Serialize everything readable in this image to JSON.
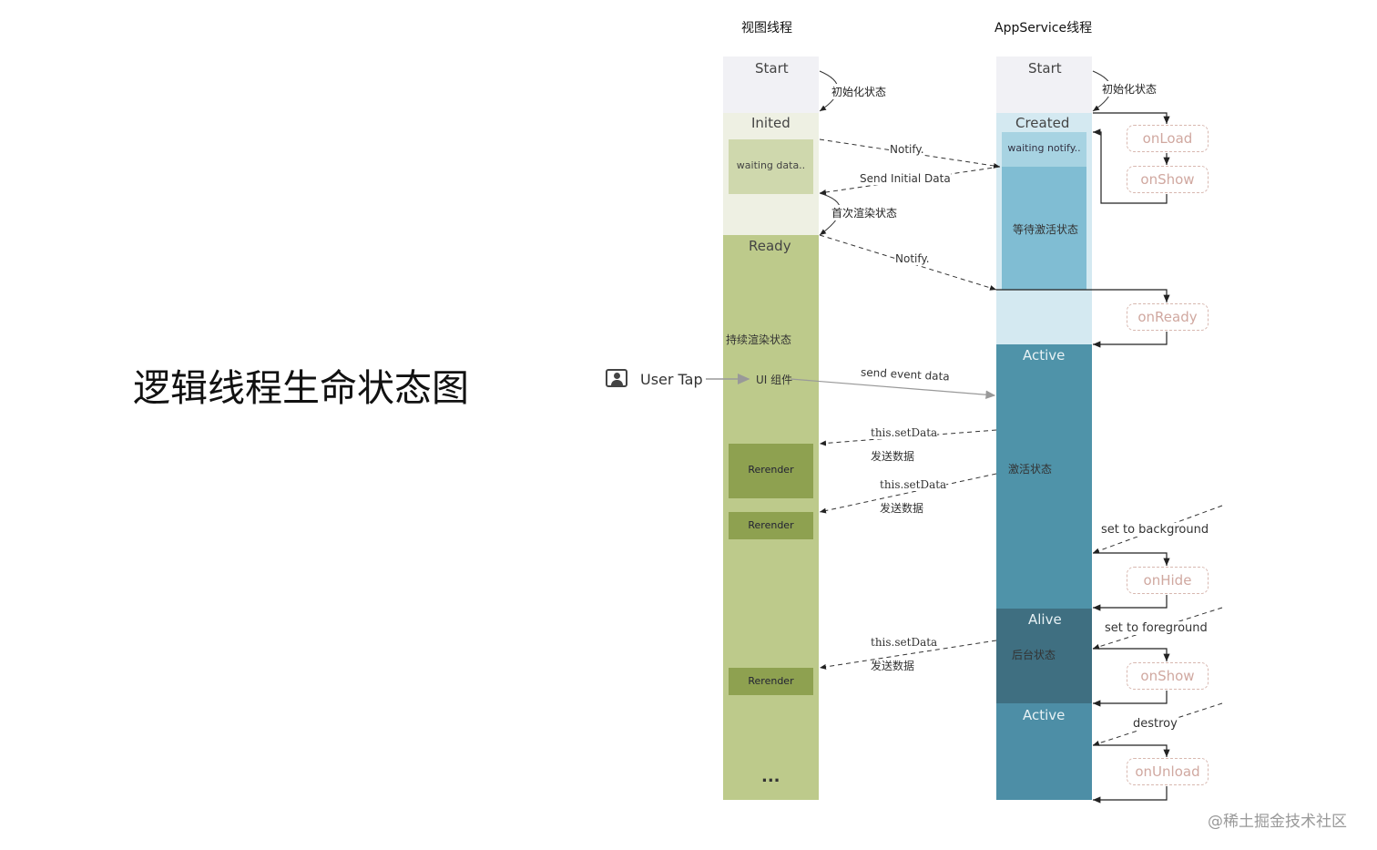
{
  "title": "逻辑线程生命状态图",
  "view_thread": {
    "header": "视图线程",
    "start": "Start",
    "inited": "Inited",
    "waiting": "waiting data..",
    "ready": "Ready",
    "continuous": "持续渲染状态",
    "ui_component": "UI 组件",
    "rerender": [
      "Rerender",
      "Rerender",
      "Rerender"
    ],
    "ellipsis": "..."
  },
  "app_thread": {
    "header": "AppService线程",
    "start": "Start",
    "created": "Created",
    "waiting": "waiting notify..",
    "wait_active": "等待激活状态",
    "active": "Active",
    "activated": "激活状态",
    "alive": "Alive",
    "background": "后台状态",
    "active2": "Active"
  },
  "lifecycle": {
    "onLoad": "onLoad",
    "onShow": "onShow",
    "onReady": "onReady",
    "onHide": "onHide",
    "onShow2": "onShow",
    "onUnload": "onUnload"
  },
  "labels": {
    "init_left": "初始化状态",
    "init_right": "初始化状态",
    "notify1": "Notify.",
    "send_initial": "Send Initial Data",
    "first_render": "首次渲染状态",
    "notify2": "Notify.",
    "send_event": "send event data",
    "setdata1": "this.setData",
    "send1": "发送数据",
    "setdata2": "this.setData",
    "send2": "发送数据",
    "setdata3": "this.setData",
    "send3": "发送数据",
    "set_bg": "set to background",
    "set_fg": "set to foreground",
    "destroy": "destroy"
  },
  "user_tap": "User Tap",
  "watermark": "@稀土掘金技术社区"
}
